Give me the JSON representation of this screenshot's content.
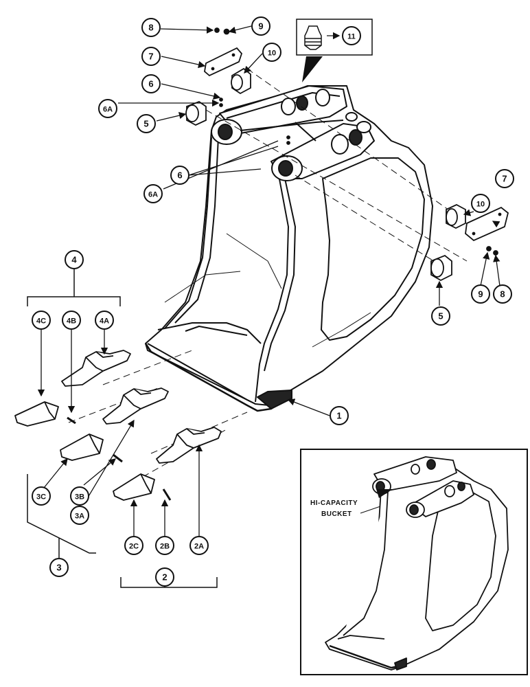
{
  "figure": {
    "inset_caption_line1": "HI-CAPACITY",
    "inset_caption_line2": "BUCKET"
  },
  "callouts": [
    {
      "id": "c8a",
      "label": "8"
    },
    {
      "id": "c9a",
      "label": "9"
    },
    {
      "id": "c11",
      "label": "11"
    },
    {
      "id": "c7a",
      "label": "7"
    },
    {
      "id": "c10a",
      "label": "10"
    },
    {
      "id": "c6a",
      "label": "6"
    },
    {
      "id": "c6Aa",
      "label": "6A"
    },
    {
      "id": "c5a",
      "label": "5"
    },
    {
      "id": "c6b",
      "label": "6"
    },
    {
      "id": "c6Ab",
      "label": "6A"
    },
    {
      "id": "c10b",
      "label": "10"
    },
    {
      "id": "c7b",
      "label": "7"
    },
    {
      "id": "c9b",
      "label": "9"
    },
    {
      "id": "c8b",
      "label": "8"
    },
    {
      "id": "c5b",
      "label": "5"
    },
    {
      "id": "c4",
      "label": "4"
    },
    {
      "id": "c4C",
      "label": "4C"
    },
    {
      "id": "c4B",
      "label": "4B"
    },
    {
      "id": "c4A",
      "label": "4A"
    },
    {
      "id": "c1",
      "label": "1"
    },
    {
      "id": "c3C",
      "label": "3C"
    },
    {
      "id": "c3B",
      "label": "3B"
    },
    {
      "id": "c3A",
      "label": "3A"
    },
    {
      "id": "c2C",
      "label": "2C"
    },
    {
      "id": "c2B",
      "label": "2B"
    },
    {
      "id": "c2A",
      "label": "2A"
    },
    {
      "id": "c3",
      "label": "3"
    },
    {
      "id": "c2",
      "label": "2"
    }
  ]
}
